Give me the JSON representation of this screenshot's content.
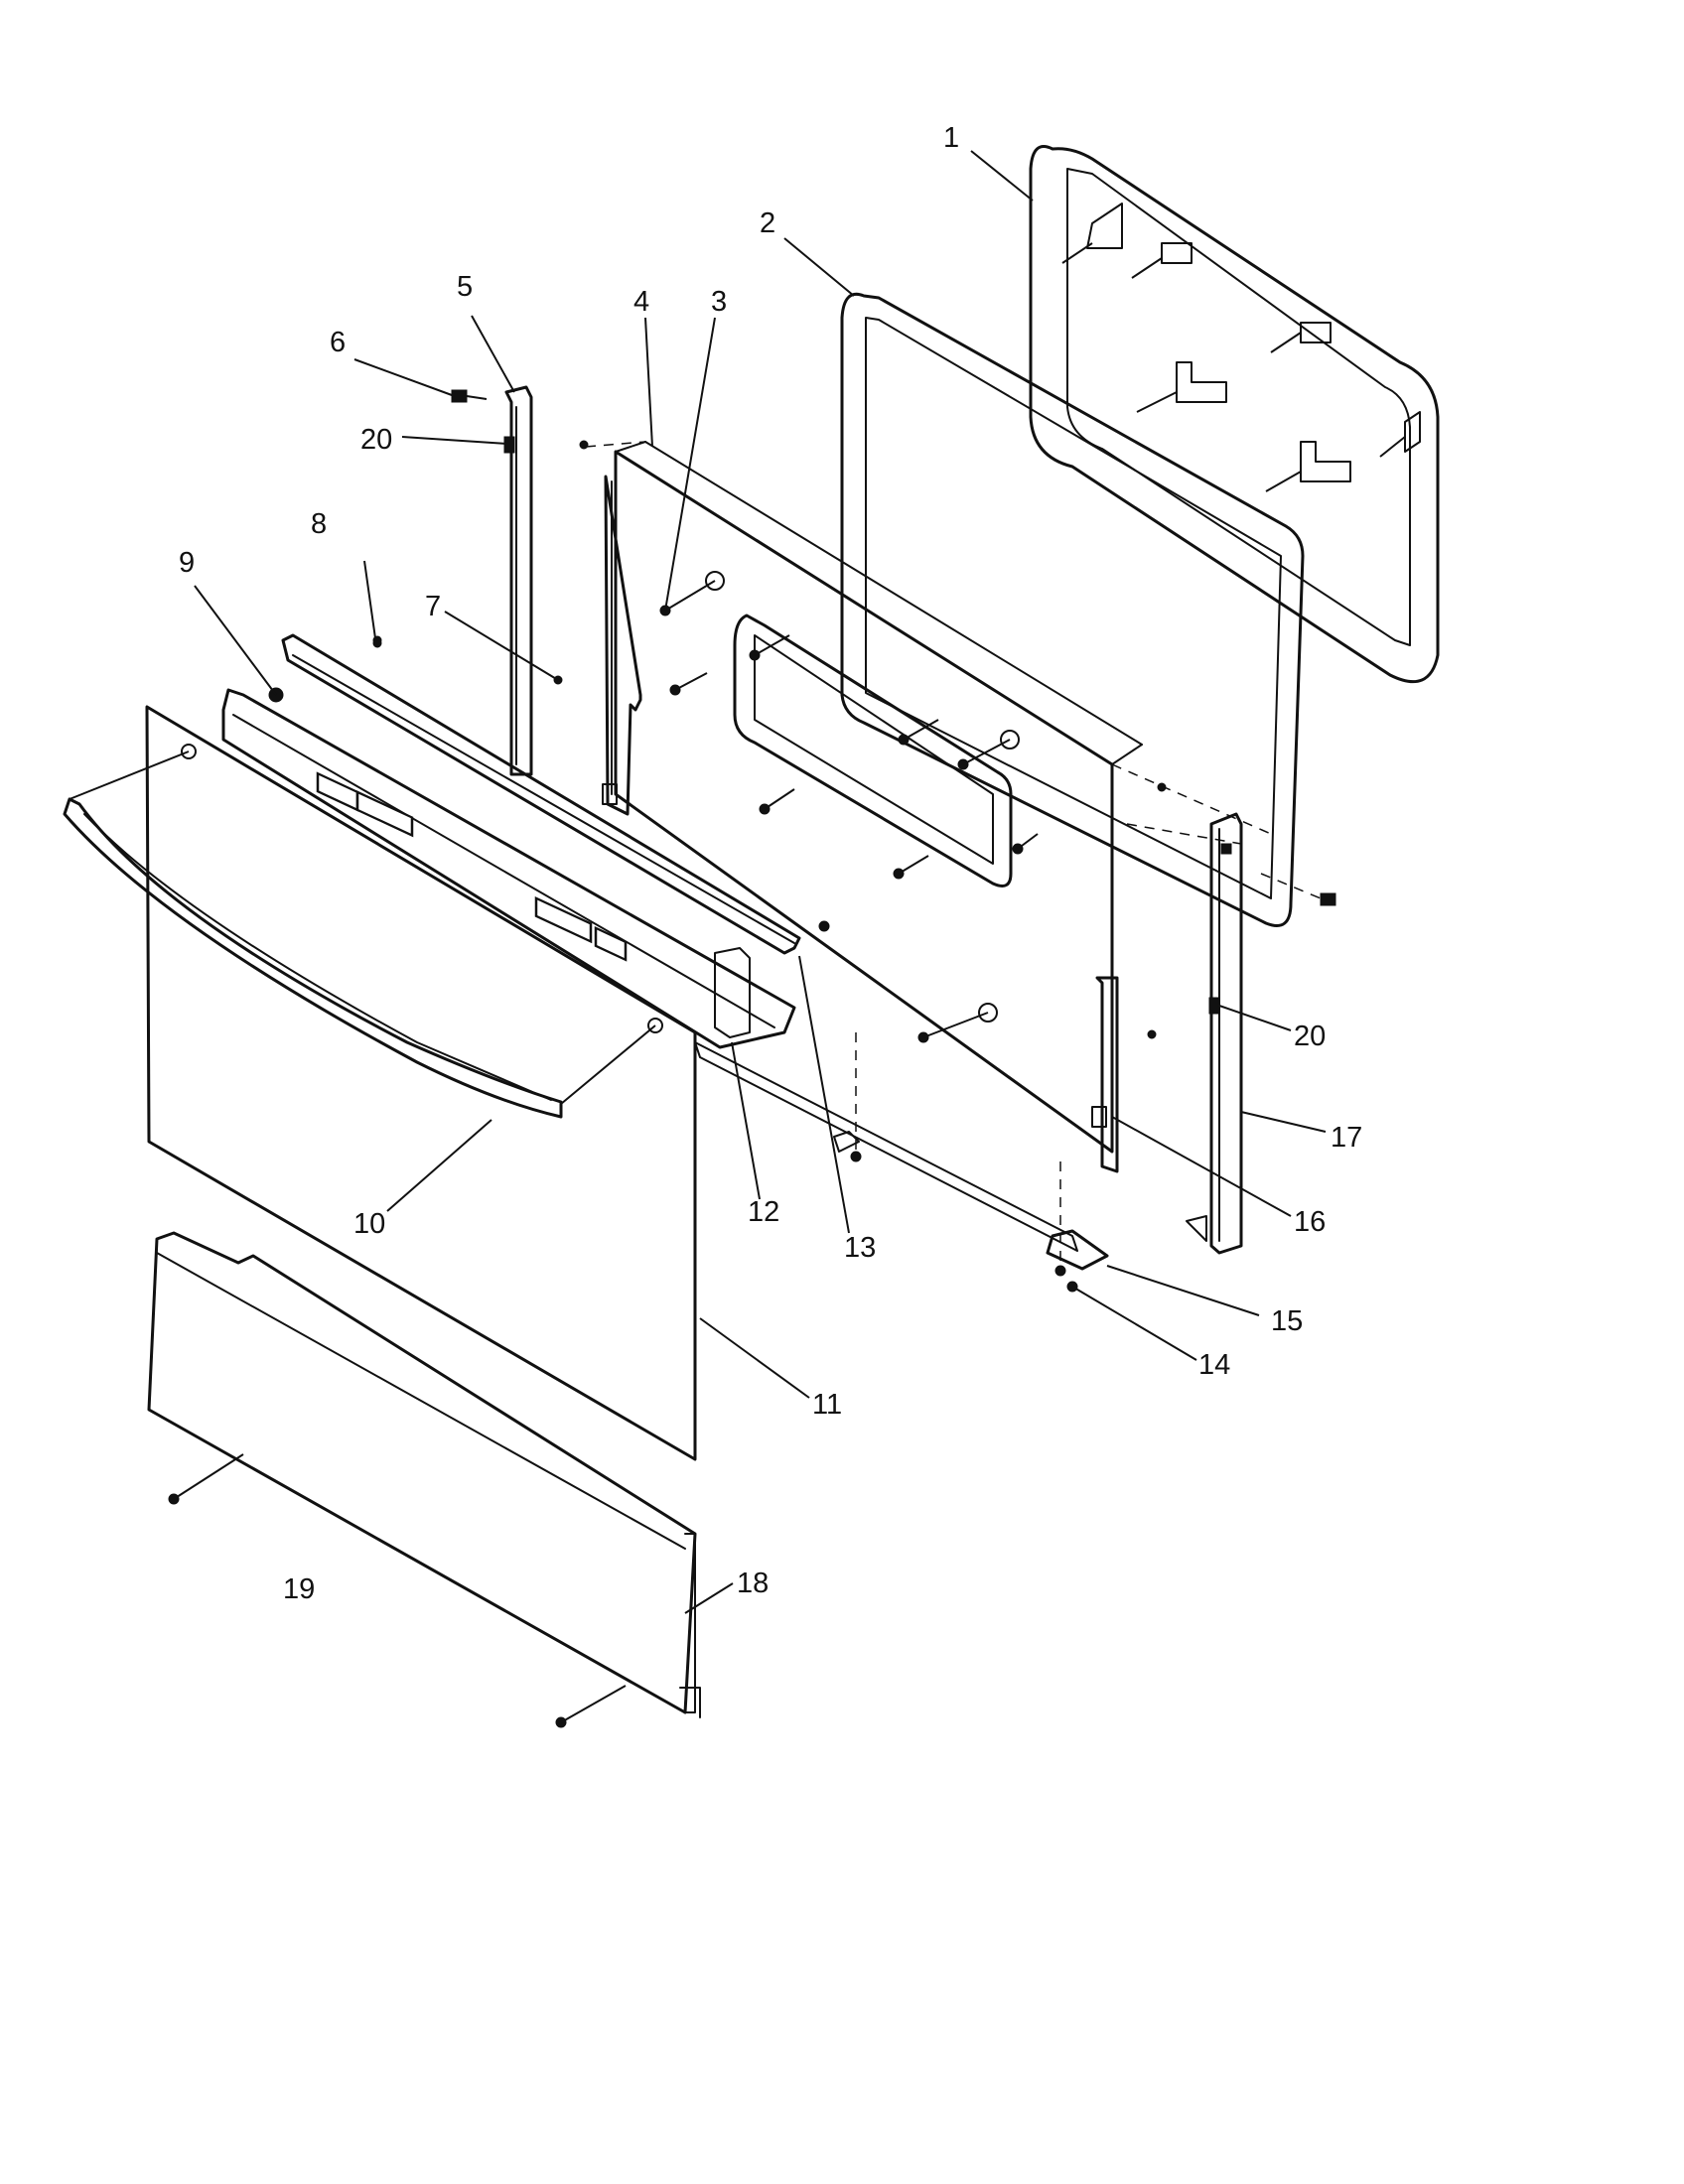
{
  "diagram": {
    "callouts": [
      {
        "id": "1",
        "label": "1"
      },
      {
        "id": "2",
        "label": "2"
      },
      {
        "id": "3",
        "label": "3"
      },
      {
        "id": "4",
        "label": "4"
      },
      {
        "id": "5",
        "label": "5"
      },
      {
        "id": "6",
        "label": "6"
      },
      {
        "id": "7",
        "label": "7"
      },
      {
        "id": "8",
        "label": "8"
      },
      {
        "id": "9",
        "label": "9"
      },
      {
        "id": "10",
        "label": "10"
      },
      {
        "id": "11",
        "label": "11"
      },
      {
        "id": "12",
        "label": "12"
      },
      {
        "id": "13",
        "label": "13"
      },
      {
        "id": "14",
        "label": "14"
      },
      {
        "id": "15",
        "label": "15"
      },
      {
        "id": "16",
        "label": "16"
      },
      {
        "id": "17",
        "label": "17"
      },
      {
        "id": "18",
        "label": "18"
      },
      {
        "id": "19",
        "label": "19"
      },
      {
        "id": "20a",
        "label": "20"
      },
      {
        "id": "20b",
        "label": "20"
      }
    ]
  }
}
